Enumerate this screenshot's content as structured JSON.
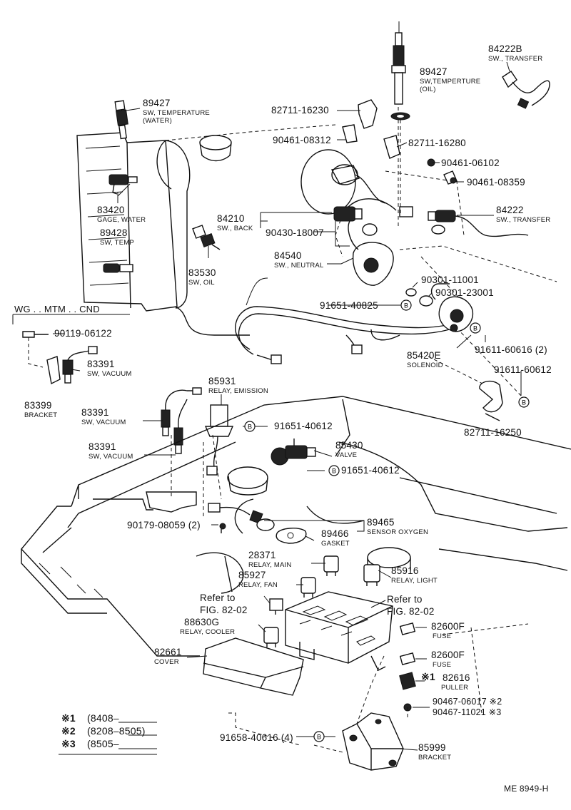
{
  "parts": [
    {
      "id": "p84222b",
      "number": "84222B",
      "desc": "SW., TRANSFER"
    },
    {
      "id": "p89427oil",
      "number": "89427",
      "desc": "SW,TEMPERTURE",
      "desc2": "(OIL)"
    },
    {
      "id": "p89427water",
      "number": "89427",
      "desc": "SW, TEMPERATURE",
      "desc2": "(WATER)"
    },
    {
      "id": "p8271116230",
      "number": "82711-16230"
    },
    {
      "id": "p9046108312",
      "number": "90461-08312"
    },
    {
      "id": "p8271116280",
      "number": "82711-16280"
    },
    {
      "id": "p9046106102",
      "number": "90461-06102"
    },
    {
      "id": "p9046108359",
      "number": "90461-08359"
    },
    {
      "id": "p83420",
      "number": "83420",
      "desc": "GAGE, WATER"
    },
    {
      "id": "p89428",
      "number": "89428",
      "desc": "SW, TEMP"
    },
    {
      "id": "p84210",
      "number": "84210",
      "desc": "SW., BACK"
    },
    {
      "id": "p9043018007",
      "number": "90430-18007"
    },
    {
      "id": "p84222",
      "number": "84222",
      "desc": "SW., TRANSFER"
    },
    {
      "id": "p83530",
      "number": "83530",
      "desc": "SW, OIL"
    },
    {
      "id": "p84540",
      "number": "84540",
      "desc": "SW., NEUTRAL"
    },
    {
      "id": "p9030111001",
      "number": "90301-11001"
    },
    {
      "id": "p9030123001",
      "number": "90301-23001"
    },
    {
      "id": "p9165140825",
      "number": "91651-40825"
    },
    {
      "id": "p9011906122",
      "number": "90119-06122"
    },
    {
      "id": "p83391a",
      "number": "83391",
      "desc": "SW, VACUUM"
    },
    {
      "id": "p83399",
      "number": "83399",
      "desc": "BRACKET"
    },
    {
      "id": "p85420e",
      "number": "85420E",
      "desc": "SOLENOID"
    },
    {
      "id": "p9161160616",
      "number": "91611-60616 (2)"
    },
    {
      "id": "p9161160612",
      "number": "91611-60612"
    },
    {
      "id": "p85931",
      "number": "85931",
      "desc": "RELAY, EMISSION"
    },
    {
      "id": "p83391b",
      "number": "83391",
      "desc": "SW, VACUUM"
    },
    {
      "id": "p9165140612a",
      "number": "91651-40612"
    },
    {
      "id": "p8271116250",
      "number": "82711-16250"
    },
    {
      "id": "p83391c",
      "number": "83391",
      "desc": "SW, VACUUM"
    },
    {
      "id": "p85430",
      "number": "85430",
      "desc": "VALVE"
    },
    {
      "id": "p9165140612b",
      "number": "91651-40612"
    },
    {
      "id": "p89465",
      "number": "89465",
      "desc": "SENSOR OXYGEN"
    },
    {
      "id": "p9017908059",
      "number": "90179-08059 (2)"
    },
    {
      "id": "p89466",
      "number": "89466",
      "desc": "GASKET"
    },
    {
      "id": "p28371",
      "number": "28371",
      "desc": "RELAY, MAIN"
    },
    {
      "id": "p85916",
      "number": "85916",
      "desc": "RELAY, LIGHT"
    },
    {
      "id": "p85927",
      "number": "85927",
      "desc": "RELAY, FAN"
    },
    {
      "id": "p88630g",
      "number": "88630G",
      "desc": "RELAY, COOLER"
    },
    {
      "id": "p82600f1",
      "number": "82600F",
      "desc": "FUSE"
    },
    {
      "id": "p82661",
      "number": "82661",
      "desc": "COVER"
    },
    {
      "id": "p82600f2",
      "number": "82600F",
      "desc": "FUSE"
    },
    {
      "id": "p82616",
      "number": "82616",
      "desc": "PULLER",
      "mark": "※1"
    },
    {
      "id": "p9046706017",
      "number": "90467-06017 ※2"
    },
    {
      "id": "p9046711021",
      "number": "90467-11021 ※3"
    },
    {
      "id": "p9165840616",
      "number": "91658-40616 (4)"
    },
    {
      "id": "p85999",
      "number": "85999",
      "desc": "BRACKET"
    }
  ],
  "refs": {
    "left": {
      "line1": "Refer to",
      "line2": "FIG. 82-02"
    },
    "right": {
      "line1": "Refer to",
      "line2": "FIG. 82-02"
    }
  },
  "variant_label": "WG . . MTM . . CND",
  "bolt_marker": "B",
  "legend": [
    {
      "mark": "※1",
      "range": "(8408–"
    },
    {
      "mark": "※2",
      "range": "(8208–8505)"
    },
    {
      "mark": "※3",
      "range": "(8505–"
    }
  ],
  "footer_code": "ME  8949-H"
}
